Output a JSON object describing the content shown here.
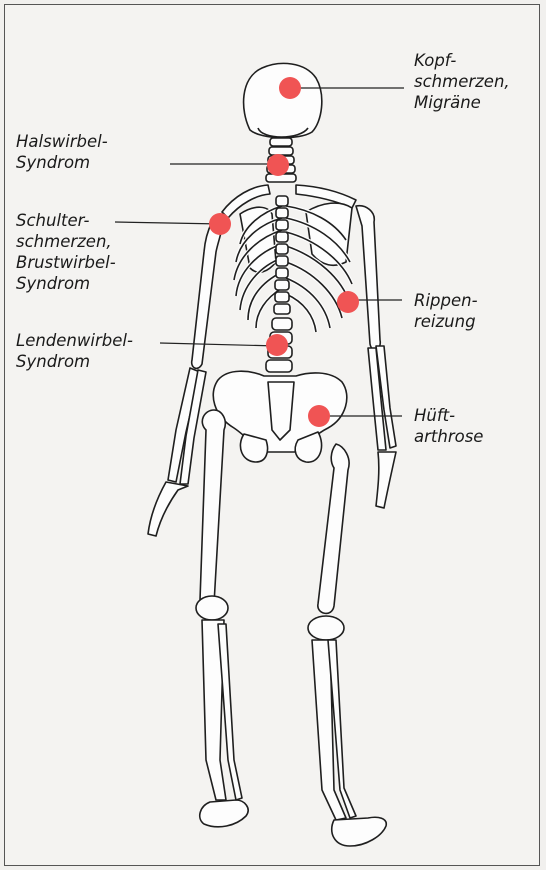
{
  "labels": {
    "kopf": "Kopf-\nschmerzen,\nMigräne",
    "hals": "Halswirbel-\nSyndrom",
    "schulter": "Schulter-\nschmerzen,\nBrustwirbel-\nSyndrom",
    "lenden": "Lendenwirbel-\nSyndrom",
    "rippen": "Rippen-\nreizung",
    "hueft": "Hüft-\narthrose"
  },
  "colors": {
    "marker": "#f05454",
    "line": "#222222",
    "bone": "#fdfdfd"
  }
}
